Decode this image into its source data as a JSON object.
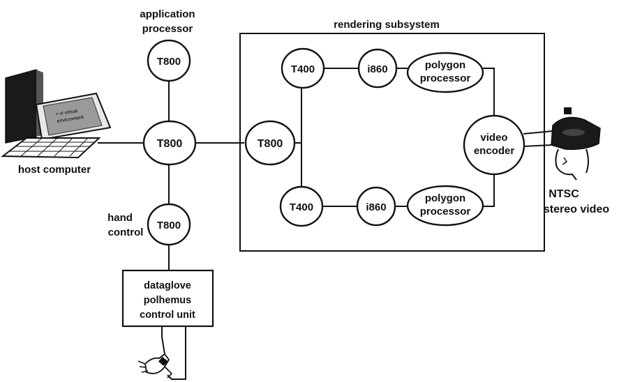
{
  "labels": {
    "application_processor": [
      "application",
      "processor"
    ],
    "rendering_subsystem": "rendering subsystem",
    "host_computer": "host computer",
    "hand_control": [
      "hand",
      "control"
    ],
    "ntsc": [
      "NTSC",
      "stereo video"
    ],
    "screen_text": [
      "> cl virtual",
      "environment"
    ]
  },
  "nodes": {
    "app_t800": "T800",
    "hub_t800": "T800",
    "hand_t800": "T800",
    "render_t800": "T800",
    "t400_top": "T400",
    "t400_bottom": "T400",
    "i860_top": "i860",
    "i860_bottom": "i860",
    "poly_top": [
      "polygon",
      "processor"
    ],
    "poly_bottom": [
      "polygon",
      "processor"
    ],
    "video_encoder": [
      "video",
      "encoder"
    ]
  },
  "control_unit": [
    "dataglove",
    "polhemus",
    "control unit"
  ]
}
